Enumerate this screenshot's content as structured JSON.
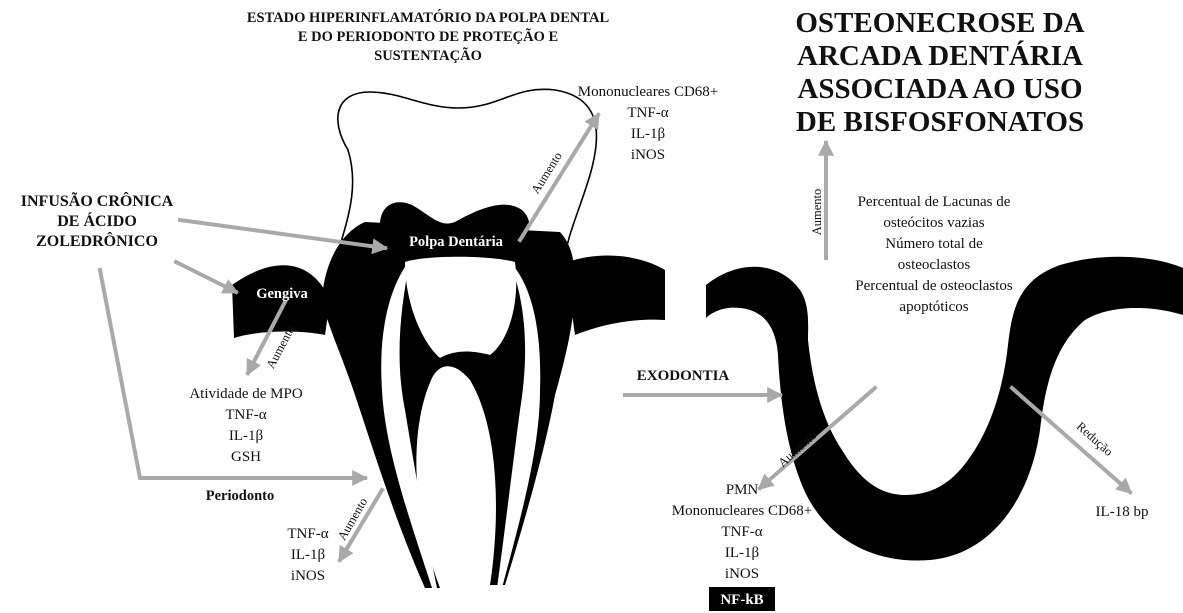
{
  "top_heading": [
    "ESTADO HIPERINFLAMATÓRIO DA POLPA DENTAL",
    "E DO PERIODONTO DE PROTEÇÃO E",
    "SUSTENTAÇÃO"
  ],
  "infusion_label": [
    "INFUSÃO CRÔNICA",
    "DE ÁCIDO",
    "ZOLEDRÔNICO"
  ],
  "pulp_label": "Polpa Dentária",
  "gingiva_label": "Gengiva",
  "periodontium_label": "Periodonto",
  "exodontia_label": "EXODONTIA",
  "main_title": [
    "OSTEONECROSE DA",
    "ARCADA DENTÁRIA",
    "ASSOCIADA AO USO",
    "DE BISFOSFONATOS"
  ],
  "pulp_markers": [
    "Mononucleares CD68+",
    "TNF-α",
    "IL-1β",
    "iNOS"
  ],
  "gingiva_markers": [
    "Atividade de MPO",
    "TNF-α",
    "IL-1β",
    "GSH"
  ],
  "periodontium_markers": [
    "TNF-α",
    "IL-1β",
    "iNOS"
  ],
  "osteocyte_markers": [
    "Percentual de Lacunas de",
    "osteócitos vazias",
    "Número total de",
    "osteoclastos",
    "Percentual de osteoclastos",
    "apoptóticos"
  ],
  "socket_markers": [
    "PMN",
    "Mononucleares CD68+",
    "TNF-α",
    "IL-1β",
    "iNOS"
  ],
  "nfkb_label": "NF-kB",
  "il18_label": "IL-18 bp",
  "arrow_labels": {
    "increase": "Aumento",
    "decrease": "Redução"
  },
  "colors": {
    "arrow": "#a9a9a9",
    "ink": "#000000"
  }
}
